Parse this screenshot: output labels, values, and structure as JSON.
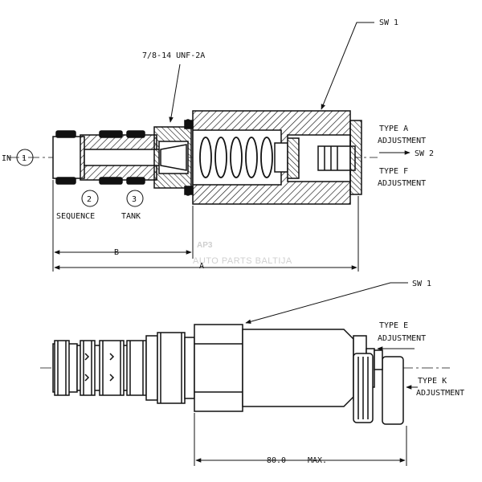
{
  "labels": {
    "thread": "7/8-14 UNF-2A",
    "sw1_top": "SW 1",
    "in": "IN",
    "port1": "1",
    "port2": "2",
    "port3": "3",
    "sequence": "SEQUENCE",
    "tank": "TANK",
    "type_a": "TYPE A",
    "adjustment_a": "ADJUSTMENT",
    "sw2": "SW 2",
    "type_f": "TYPE F",
    "adjustment_f": "ADJUSTMENT",
    "dim_b": "B",
    "dim_a": "A",
    "sw1_bottom": "SW 1",
    "type_e": "TYPE E",
    "adjustment_e": "ADJUSTMENT",
    "type_k": "TYPE K",
    "adjustment_k": "ADJUSTMENT",
    "dim_80": "80.0",
    "dim_max": "MAX."
  },
  "watermark": {
    "logo": "AP3",
    "sub": "AUTO PARTS BALTIJA"
  },
  "colors": {
    "ink": "#111111",
    "watermark": "#cfcfcf"
  }
}
